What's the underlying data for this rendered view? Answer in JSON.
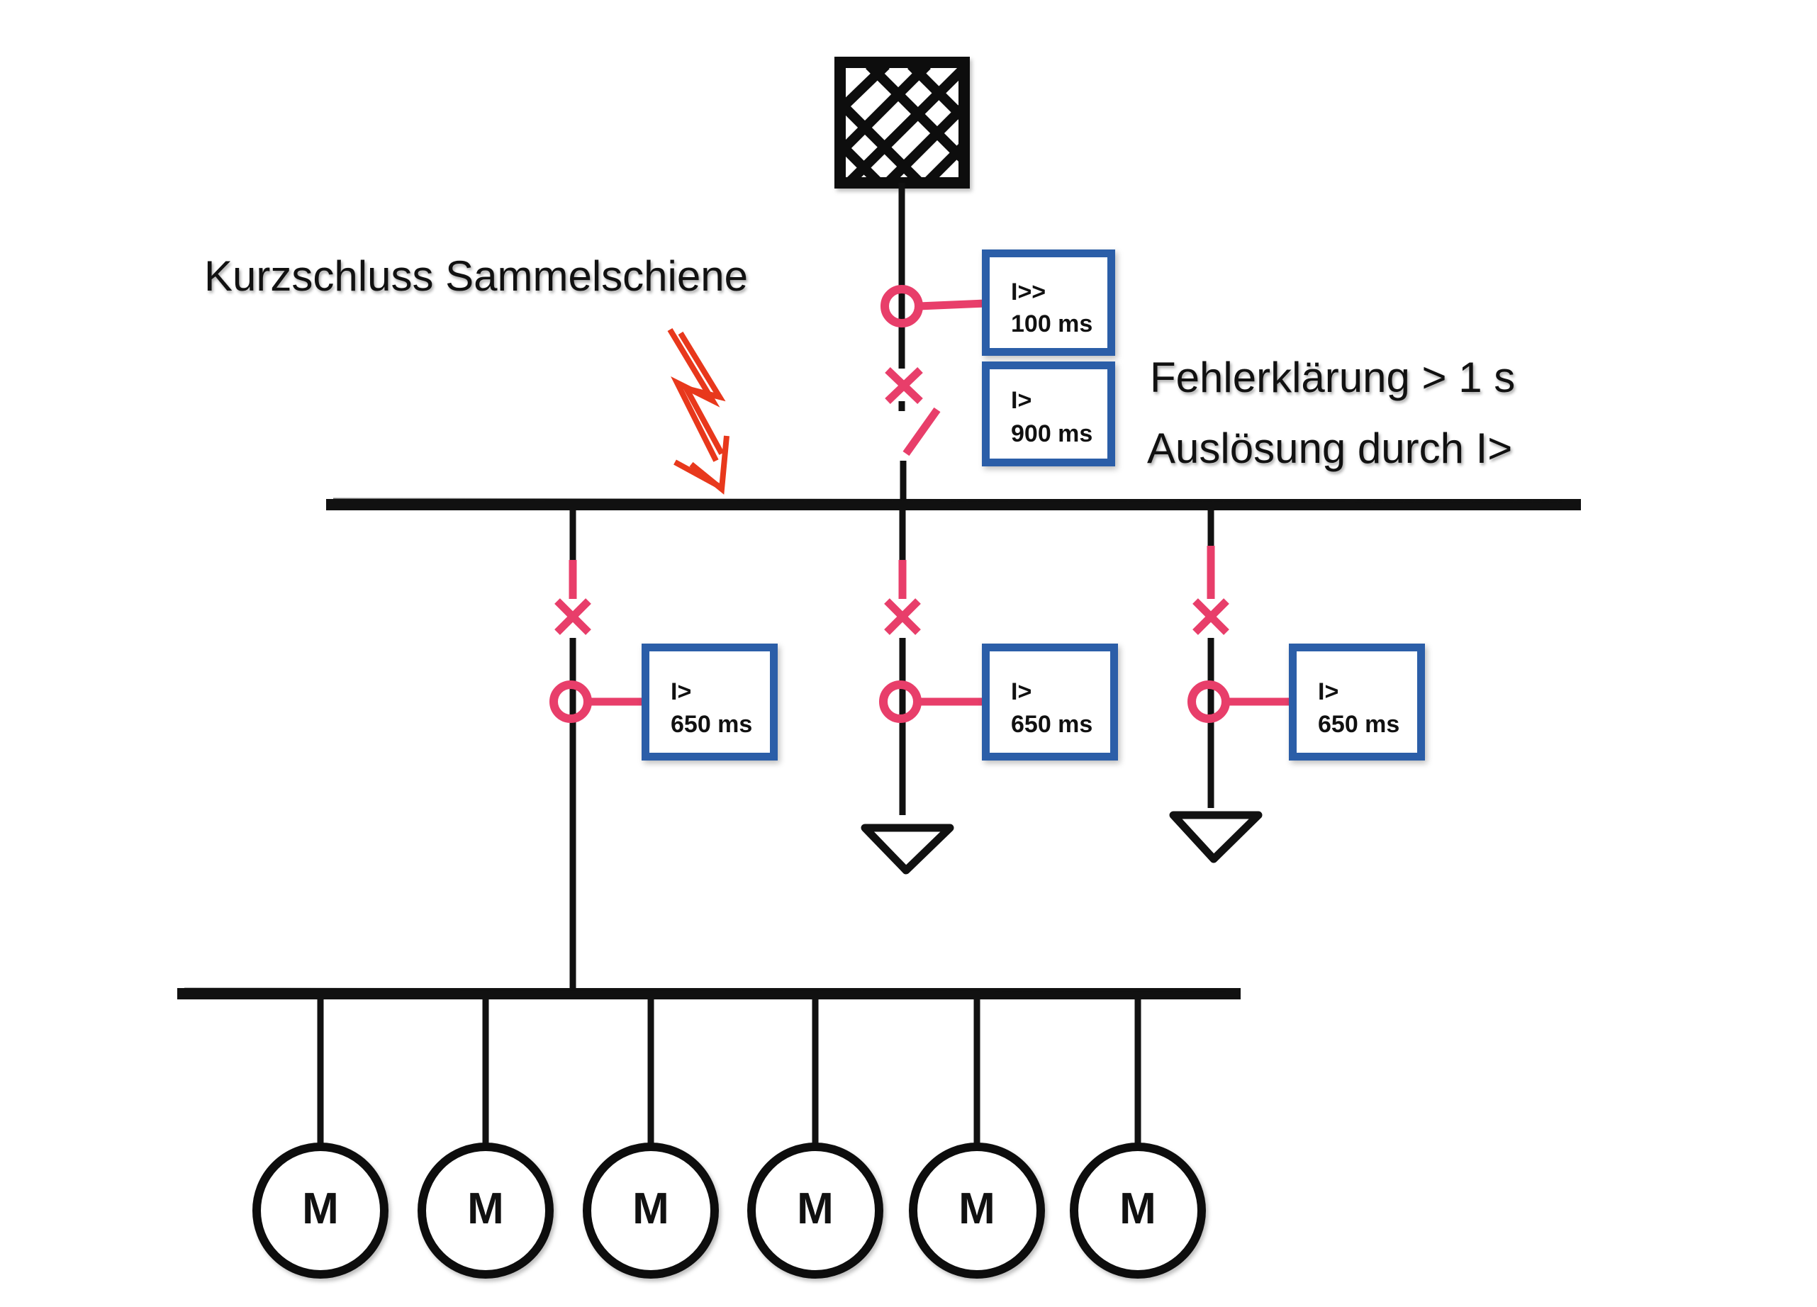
{
  "annotations": {
    "fault_label": "Kurzschluss Sammelschiene",
    "clearing_line1": "Fehlerklärung > 1 s",
    "clearing_line2": "Auslösung durch I>"
  },
  "incoming_relays": [
    {
      "function": "I>>",
      "delay": "100 ms"
    },
    {
      "function": "I>",
      "delay": "900 ms"
    }
  ],
  "feeder_relays": [
    {
      "function": "I>",
      "delay": "650 ms"
    },
    {
      "function": "I>",
      "delay": "650 ms"
    },
    {
      "function": "I>",
      "delay": "650 ms"
    }
  ],
  "motors": [
    "M",
    "M",
    "M",
    "M",
    "M",
    "M"
  ],
  "colors": {
    "line": "#111111",
    "relay_border": "#2b5ea8",
    "breaker_pink": "#e83e6a",
    "fault_red": "#e8381c"
  },
  "icons": {
    "source": "grid-source-icon",
    "fault": "lightning-bolt-icon",
    "breaker": "circuit-breaker-icon",
    "ct": "current-transformer-icon",
    "load": "load-triangle-icon",
    "motor": "motor-icon"
  }
}
